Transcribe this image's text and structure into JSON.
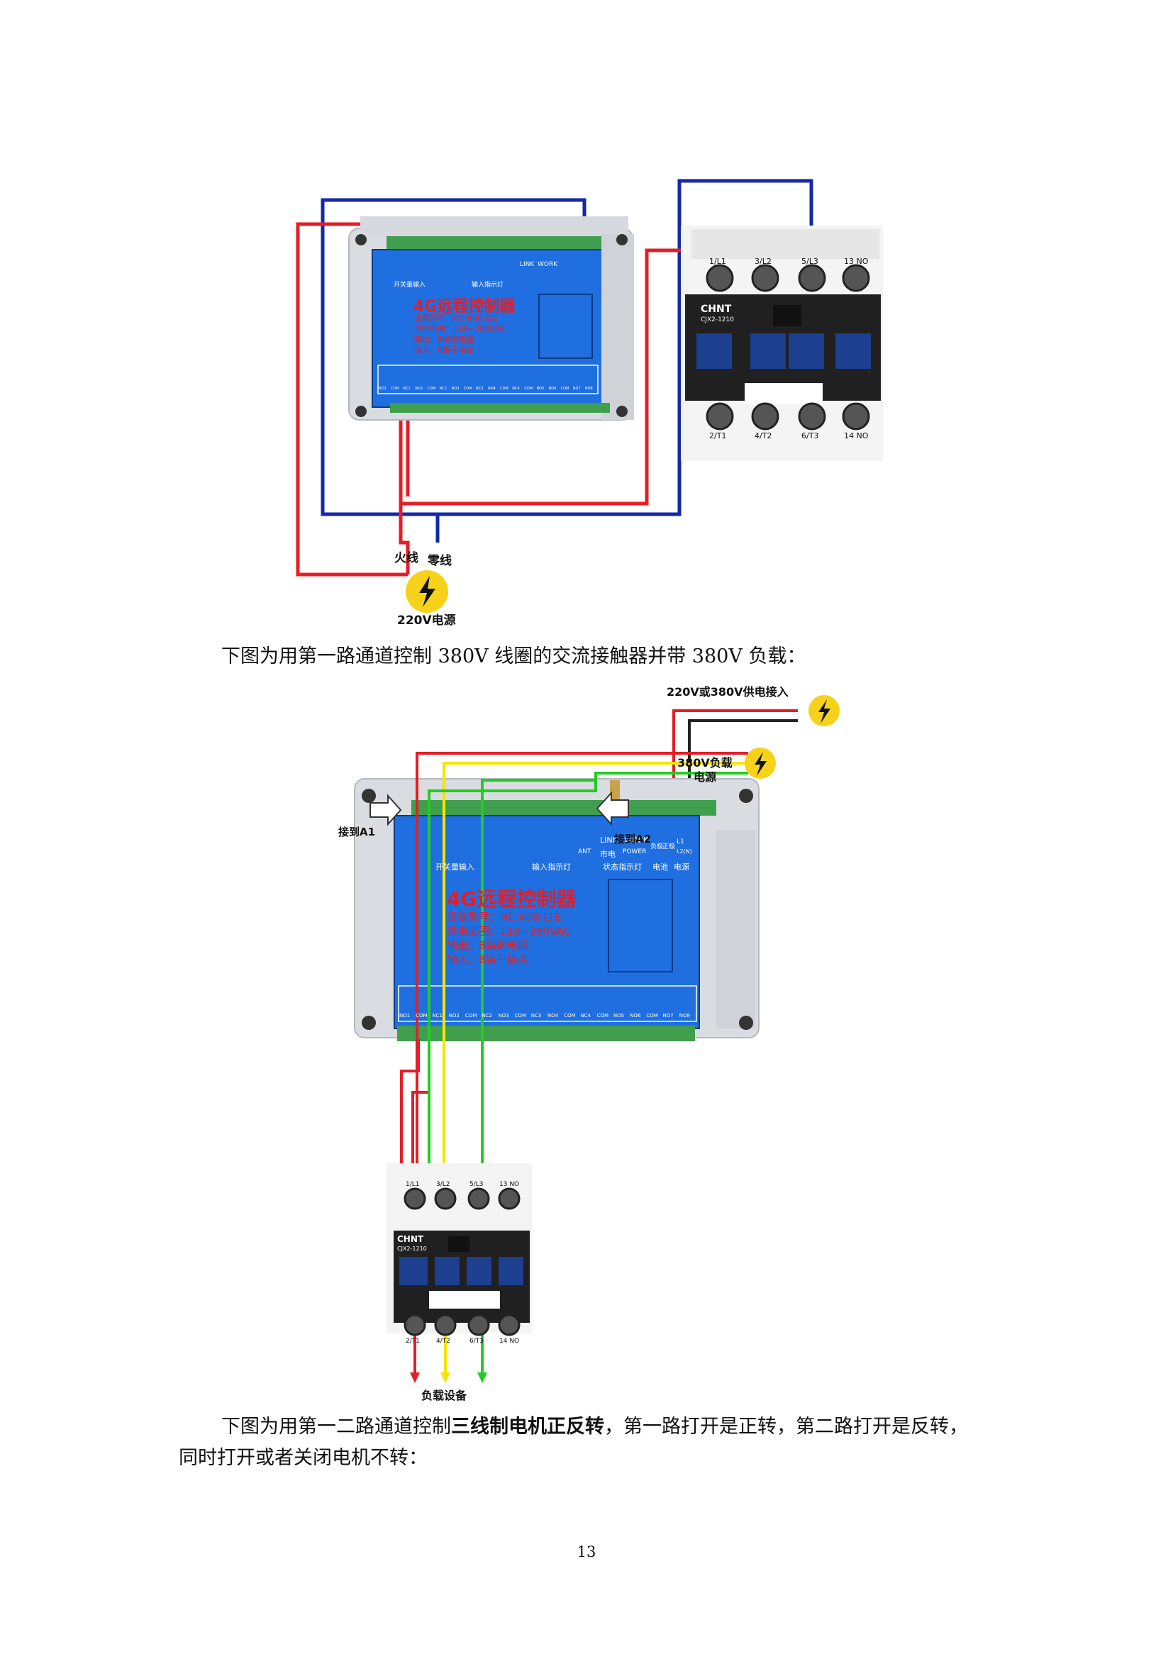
{
  "figure1": {
    "controller": {
      "title": "4G远程控制器",
      "model_line": "设备型号：HC-K08-LTE",
      "supply_line": "供电范围：110~380VAC",
      "output_line": "输出：8路继电器",
      "input_line": "输入：8路干接点",
      "top_left_group": "开关量输入",
      "top_mid_group": "输入指示灯",
      "top_status_group": "状态指示灯",
      "link": "LINK",
      "work": "WORK",
      "mains": "市电",
      "power": "POWER",
      "battery": "电池",
      "supply": "电源",
      "relay_terminals": [
        "NO1",
        "COM",
        "NC1",
        "NO2",
        "COM",
        "NC2",
        "NO3",
        "COM",
        "NC3",
        "NO4",
        "COM",
        "NC4",
        "COM",
        "NO5",
        "NO6",
        "COM",
        "NO7",
        "NO8"
      ]
    },
    "contactor": {
      "brand": "CHNT",
      "model": "CJX2-1210",
      "top_terminals": [
        "1/L1",
        "3/L2",
        "5/L3",
        "13 NO"
      ],
      "bottom_terminals": [
        "2/T1",
        "4/T2",
        "6/T3",
        "14 NO"
      ]
    },
    "live_label": "火线",
    "neutral_label": "零线",
    "source_label": "220V电源"
  },
  "caption1": "下图为用第一路通道控制 380V 线圈的交流接触器并带 380V 负载：",
  "figure2": {
    "supply_in_label": "220V或380V供电接入",
    "load_supply_label_1": "380V负载",
    "load_supply_label_2": "电源",
    "connect_a1": "接到A1",
    "connect_a2": "接到A2",
    "load_device": "负载设备",
    "ant_label": "ANT",
    "neg_label": "负极",
    "pos_label": "正极",
    "l1_label": "L1",
    "l2_label": "L2(N)"
  },
  "caption2": {
    "part1": "下图为用第一二路通道控制",
    "bold": "三线制电机正反转",
    "part2": "，第一路打开是正转，第二路打开是反转，",
    "line2": "同时打开或者关闭电机不转："
  },
  "page_number": "13",
  "colors": {
    "wire_red": "#e41e26",
    "wire_blue": "#1428a8",
    "wire_yellow": "#f4e600",
    "wire_green": "#22cc22",
    "wire_black": "#222222",
    "panel_blue": "#1f6fe0",
    "terminal_green": "#3f9f4f",
    "source_yellow": "#f7d21a"
  }
}
